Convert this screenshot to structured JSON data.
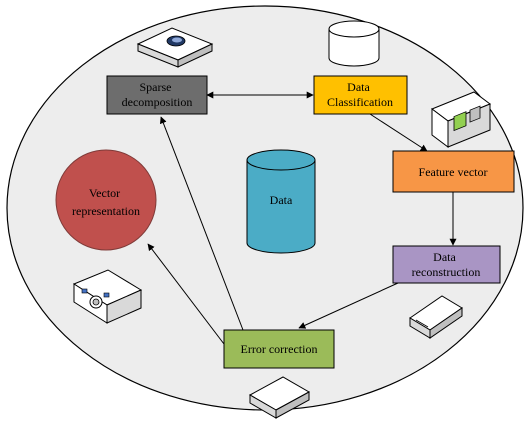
{
  "nodes": {
    "sparse": {
      "lines": [
        "Sparse",
        "decomposition"
      ],
      "fill": "#6d6d6d"
    },
    "classification": {
      "lines": [
        "Data",
        "Classification"
      ],
      "fill": "#ffc000"
    },
    "feature": {
      "lines": [
        "Feature vector"
      ],
      "fill": "#f79646"
    },
    "reconstruction": {
      "lines": [
        "Data",
        "reconstruction"
      ],
      "fill": "#a995c4"
    },
    "error": {
      "lines": [
        "Error correction"
      ],
      "fill": "#9bbb59"
    },
    "vector": {
      "lines": [
        "Vector",
        "representation"
      ],
      "fill": "#c0504d"
    },
    "data": {
      "lines": [
        "Data"
      ],
      "fill": "#4bacc6"
    }
  },
  "icons": [
    "router-icon",
    "database-icon",
    "scanner-icon",
    "projector-icon",
    "server-icon",
    "switch-icon"
  ]
}
